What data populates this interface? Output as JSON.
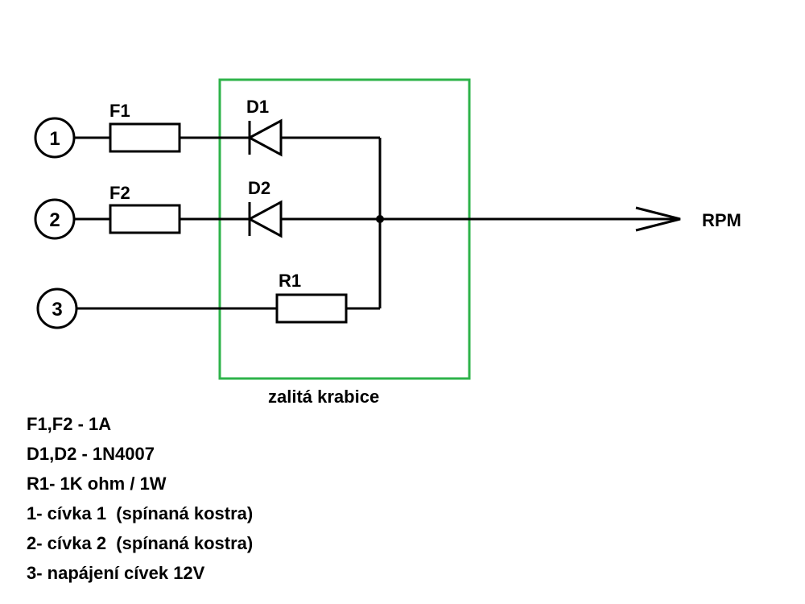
{
  "terminals": [
    {
      "label": "1"
    },
    {
      "label": "2"
    },
    {
      "label": "3"
    }
  ],
  "components": {
    "fuse_1": "F1",
    "fuse_2": "F2",
    "diode_1": "D1",
    "diode_2": "D2",
    "resistor_1": "R1"
  },
  "output_label": "RPM",
  "potted_box": {
    "label": "zalitá krabice",
    "border_color": "#2eb34a"
  },
  "legend": [
    "F1,F2 - 1A",
    "D1,D2 - 1N4007",
    "R1- 1K ohm / 1W",
    "1- cívka 1  (spínaná kostra)",
    "2- cívka 2  (spínaná kostra)",
    "3- napájení cívek 12V"
  ]
}
